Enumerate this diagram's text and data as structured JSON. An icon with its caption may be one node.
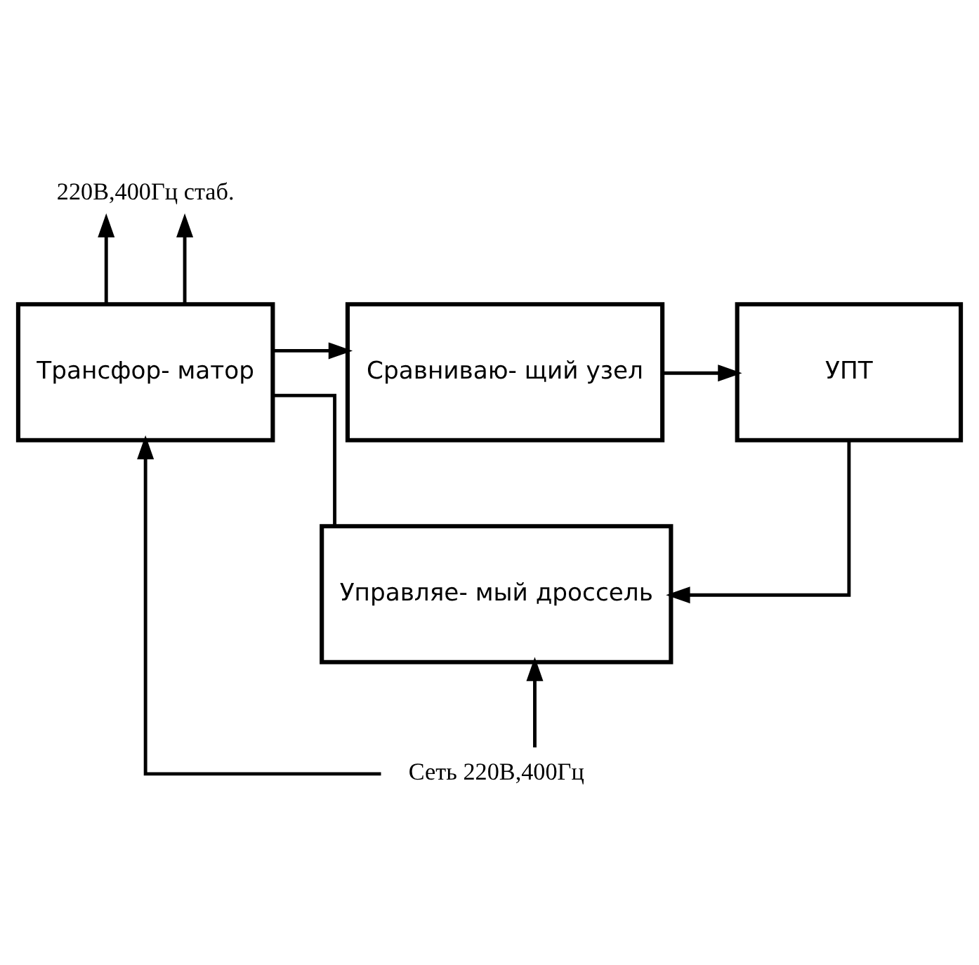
{
  "diagram": {
    "nodes": [
      {
        "text": [
          "Трансфор- матор"
        ]
      },
      {
        "text": [
          "Сравниваю- щий узел"
        ]
      },
      {
        "text": [
          "УПТ"
        ]
      },
      {
        "text": [
          "Управляе- мый дроссель"
        ]
      },
      {
        "text": [
          "220В,400Гц стаб."
        ]
      },
      {
        "text": [
          "Сеть 220В,400Гц"
        ]
      }
    ],
    "edges": [
      {
        "from": 0,
        "to": 4,
        "arrow": "to"
      },
      {
        "from": 0,
        "to": 4,
        "arrow": "to"
      },
      {
        "from": 0,
        "to": 1,
        "arrow": "to"
      },
      {
        "from": 1,
        "to": 2,
        "arrow": "to"
      },
      {
        "from": 2,
        "to": 3,
        "arrow": "to"
      },
      {
        "from": 0,
        "to": 3,
        "arrow": "none"
      },
      {
        "from": 5,
        "to": 0,
        "arrow": "to"
      },
      {
        "from": 5,
        "to": 3,
        "arrow": "to"
      }
    ]
  }
}
